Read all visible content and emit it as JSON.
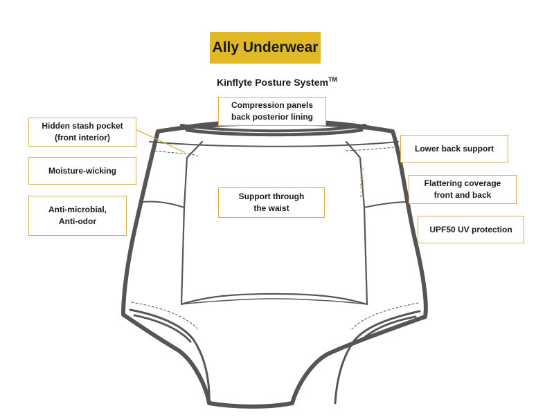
{
  "header": {
    "title": "Ally Underwear",
    "subtitle": "Kinflyte Posture System",
    "subtitle_mark": "TM"
  },
  "garment": {
    "brand_label": "KINFLYTE"
  },
  "callouts": {
    "compression": "Compression panels\nback posterior lining",
    "stash_pocket": "Hidden stash pocket\n(front interior)",
    "moisture": "Moisture-wicking",
    "antimicrobial": "Anti-microbial,\nAnti-odor",
    "lower_back": "Lower back support",
    "coverage": "Flattering coverage\nfront and back",
    "upf": "UPF50 UV protection",
    "waist": "Support through\nthe waist"
  },
  "colors": {
    "accent": "#e1b826",
    "callout_border": "#d6b04a",
    "outline": "#555555"
  }
}
